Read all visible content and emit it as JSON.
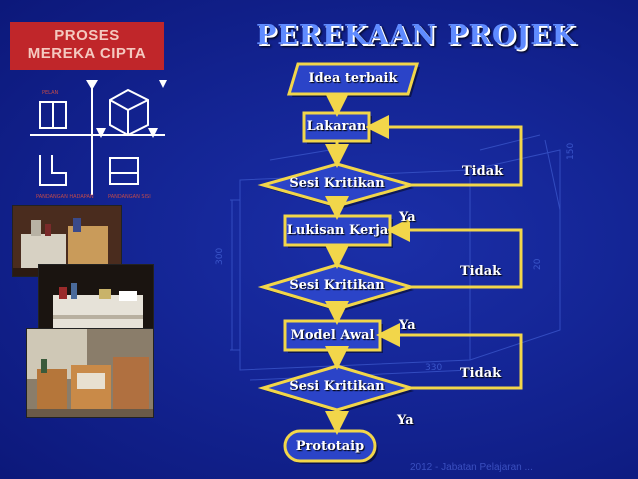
{
  "slide": {
    "side_title_line1": "PROSES",
    "side_title_line2": "MEREKA CIPTA",
    "title": "PEREKAAN PROJEK",
    "footer": "2012 - Jabatan Pelajaran ..."
  },
  "ortho": {
    "label_top": "PELAN",
    "label_left": "PANDANGAN HADAPAN",
    "label_right": "PANDANGAN SISI"
  },
  "flowchart": {
    "nodes": {
      "idea": "Idea terbaik",
      "lakaran": "Lakaran",
      "sesi1": "Sesi Kritikan",
      "lukisan": "Lukisan Kerja",
      "sesi2": "Sesi Kritikan",
      "model": "Model Awal",
      "sesi3": "Sesi Kritikan",
      "prototaip": "Prototaip"
    },
    "labels": {
      "ya1": "Ya",
      "tidak1": "Tidak",
      "ya2": "Ya",
      "tidak2": "Tidak",
      "ya3": "Ya",
      "tidak3": "Tidak"
    }
  },
  "colors": {
    "background": "#142595",
    "node_fill": "#2b44c8",
    "node_border": "#f2d64a",
    "connector": "#f2d64a",
    "side_title_bg": "#c0262a",
    "title_text": "#5f8bff"
  }
}
